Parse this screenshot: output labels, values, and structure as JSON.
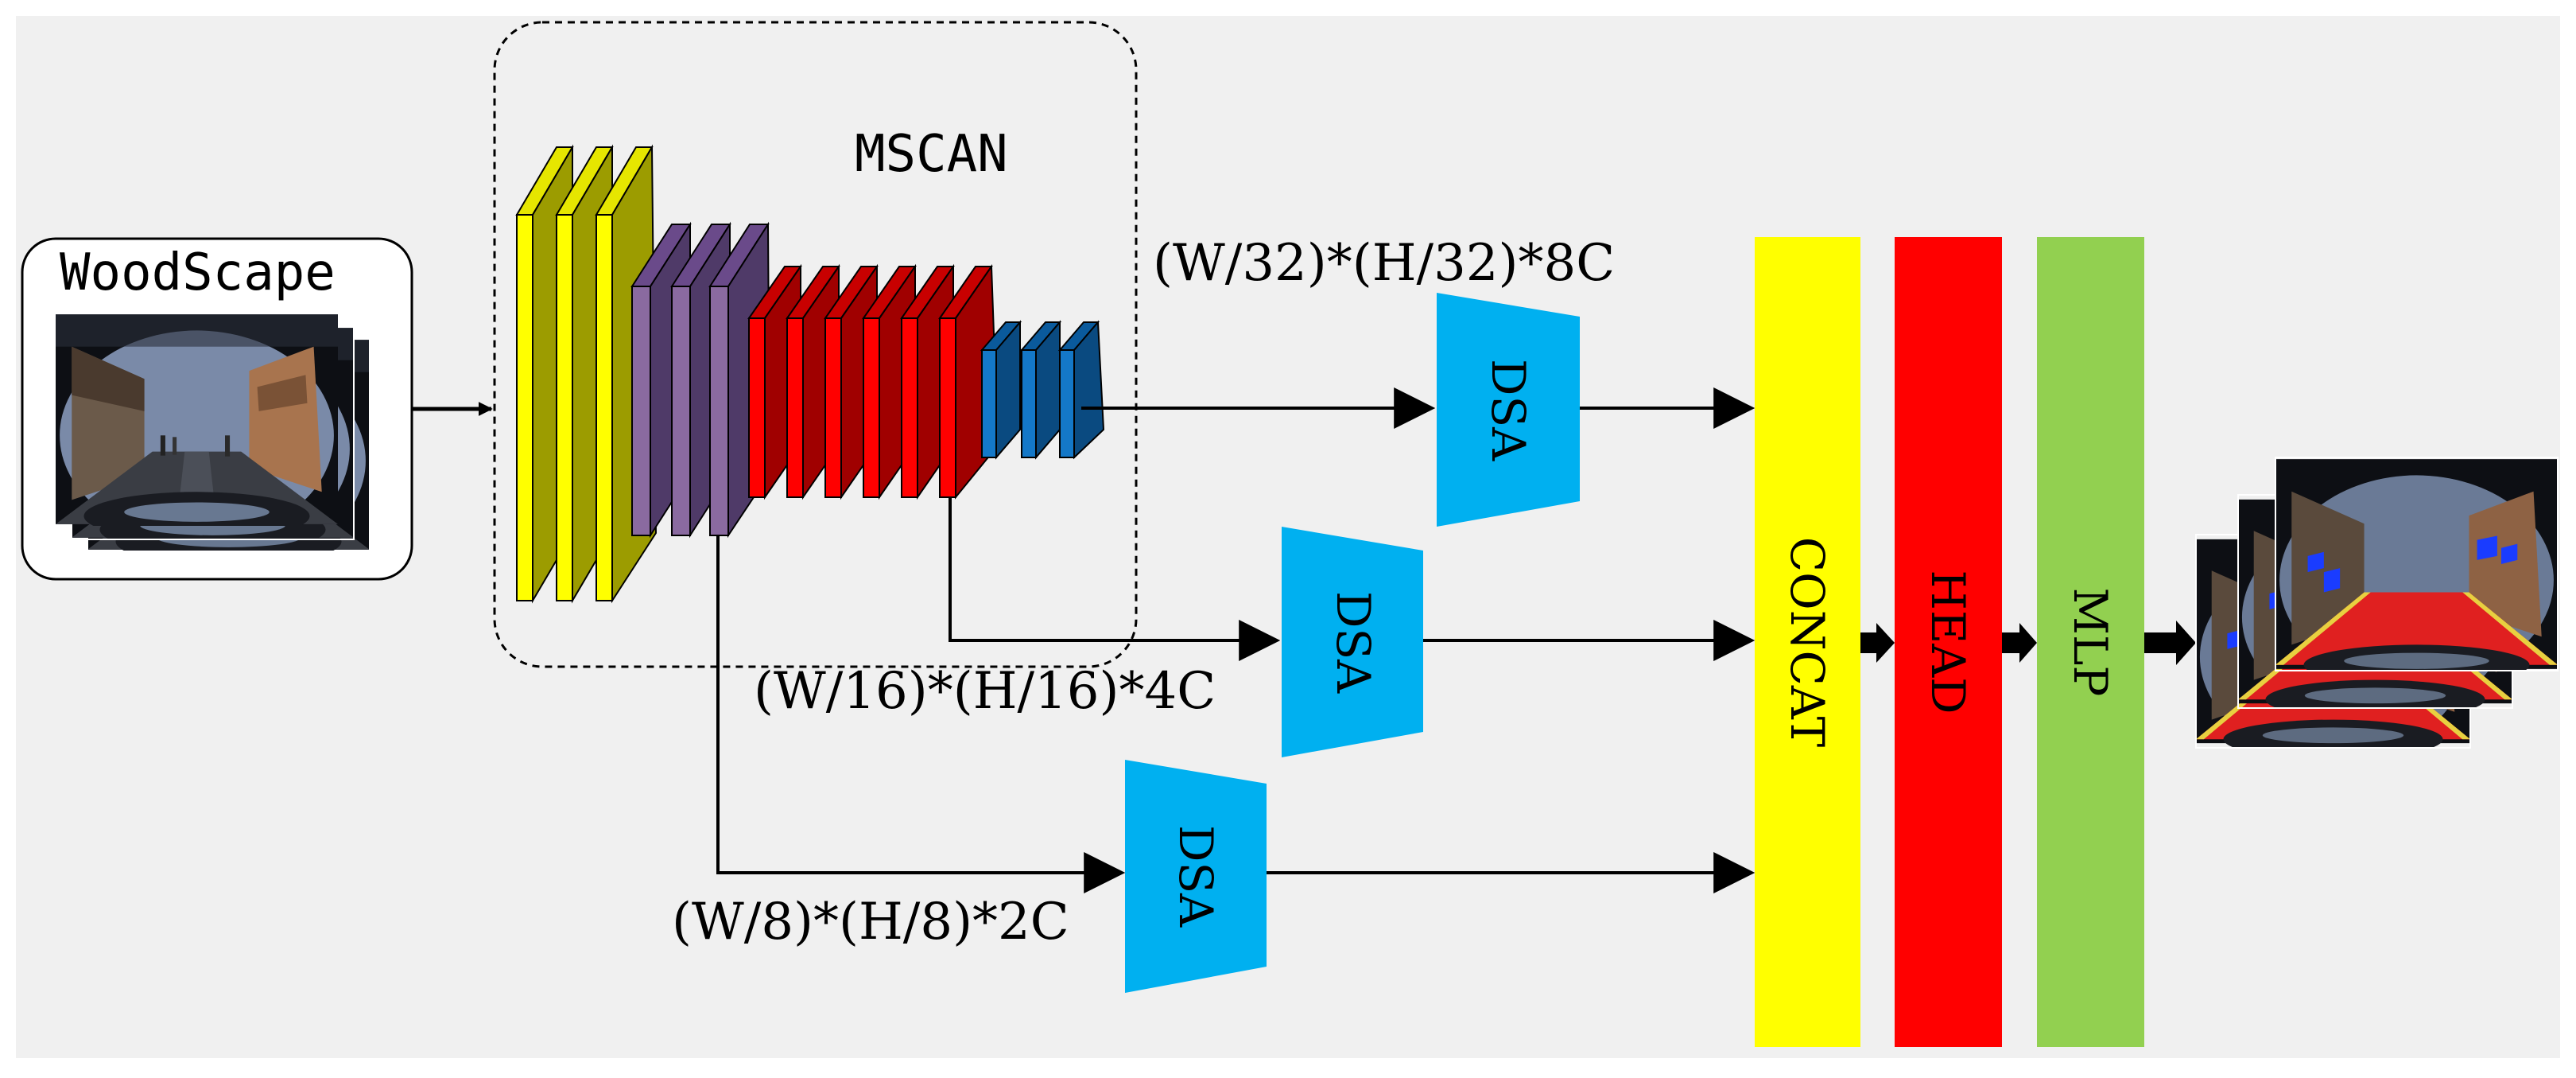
{
  "diagram": {
    "input": {
      "label": "WoodScape"
    },
    "backbone": {
      "label": "MSCAN"
    },
    "features": {
      "f32": "(W/32)*(H/32)*8C",
      "f16": "(W/16)*(H/16)*4C",
      "f8": "(W/8)*(H/8)*2C"
    },
    "dsa": [
      "DSA",
      "DSA",
      "DSA"
    ],
    "blocks": {
      "concat": "CONCAT",
      "head": "HEAD",
      "mlp": "MLP"
    },
    "colors": {
      "background": "#f0f0f0",
      "stage1": "#ffff00",
      "stage2": "#8a6aa0",
      "stage3": "#ff0000",
      "stage4": "#1478c8",
      "dsa": "#00b0f0",
      "concat": "#ffff00",
      "head": "#ff0000",
      "mlp": "#92d050"
    },
    "icons": [
      "fisheye-street-image-stack",
      "segmentation-output-image-stack"
    ]
  }
}
